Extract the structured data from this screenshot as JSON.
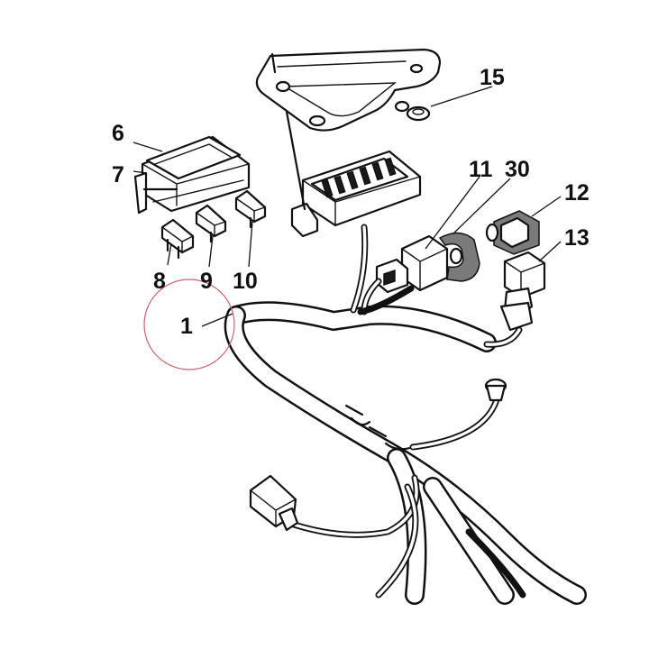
{
  "callouts": {
    "c1": "1",
    "c6": "6",
    "c7": "7",
    "c8": "8",
    "c9": "9",
    "c10": "10",
    "c11": "11",
    "c12": "12",
    "c13": "13",
    "c15": "15",
    "c30": "30"
  },
  "highlight_color": "#c8646e"
}
